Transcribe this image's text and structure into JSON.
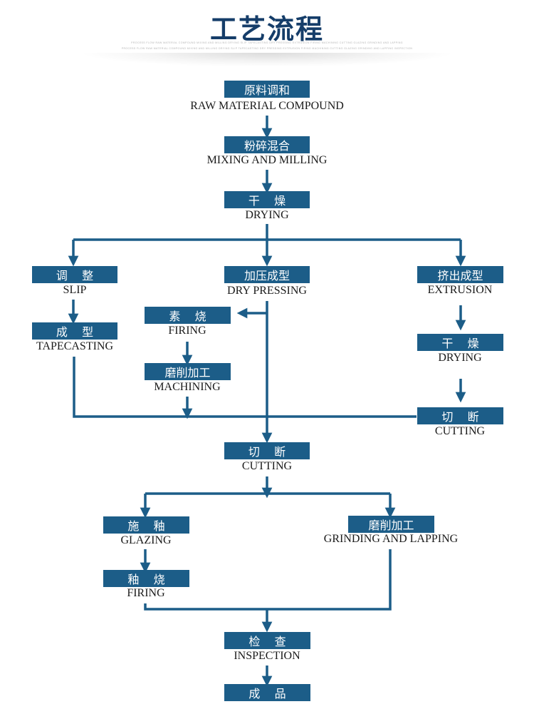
{
  "header": {
    "title": "工艺流程",
    "fine_line_1": "PROCESS FLOW RAW MATERIAL COMPOUND MIXING AND MILLING DRYING SLIP TAPECASTING DRY PRESSING EXTRUSION FIRING MACHINING CUTTING GLAZING GRINDING AND LAPPING",
    "fine_line_2": "PROCESS FLOW RAW MATERIAL COMPOUND MIXING AND MILLING DRYING SLIP TAPECASTING DRY PRESSING EXTRUSION FIRING MACHINING CUTTING GLAZING GRINDING AND LAPPING INSPECTION"
  },
  "steps": {
    "raw_material": {
      "zh": "原料调和",
      "en": "RAW MATERIAL COMPOUND"
    },
    "mixing": {
      "zh": "粉碎混合",
      "en": "MIXING AND MILLING"
    },
    "drying": {
      "zh": "干    燥",
      "en": "DRYING"
    },
    "slip": {
      "zh": "调    整",
      "en": "SLIP"
    },
    "dry_pressing": {
      "zh": "加压成型",
      "en": "DRY PRESSING"
    },
    "extrusion": {
      "zh": "挤出成型",
      "en": "EXTRUSION"
    },
    "tapecasting": {
      "zh": "成    型",
      "en": "TAPECASTING"
    },
    "firing_1": {
      "zh": "素    烧",
      "en": "FIRING"
    },
    "machining": {
      "zh": "磨削加工",
      "en": "MACHINING"
    },
    "drying_2": {
      "zh": "干    燥",
      "en": "DRYING"
    },
    "cutting_1": {
      "zh": "切    断",
      "en": "CUTTING"
    },
    "cutting_main": {
      "zh": "切    断",
      "en": "CUTTING"
    },
    "glazing": {
      "zh": "施    釉",
      "en": "GLAZING"
    },
    "grinding": {
      "zh": "磨削加工",
      "en": "GRINDING AND LAPPING"
    },
    "firing_2": {
      "zh": "釉    烧",
      "en": "FIRING"
    },
    "inspection": {
      "zh": "检    查",
      "en": "INSPECTION"
    },
    "product": {
      "zh": "成    品"
    }
  },
  "colors": {
    "box": "#1c5d88",
    "line": "#1c5d88",
    "title": "#153d69"
  }
}
